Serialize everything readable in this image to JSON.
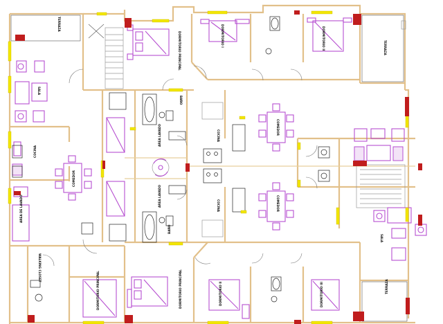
{
  "labels": {
    "terraza_nw": "TERRAZA",
    "terraza_ne": "TERRAZA",
    "terraza_se": "TERRAZA",
    "dorm_principal_top": "DORMITORIO PRINCIPAL",
    "dorm_i_top": "DORMITORIO I",
    "dorm_ii_top": "DORMITORIO II",
    "sala_w": "SALA",
    "sala_e": "SALA",
    "cocina_w": "COCINA",
    "comedor_w": "COMEDOR",
    "comedor_top": "COMEDOR",
    "comedor_bottom": "COMEDOR",
    "cocina_top": "COCINA",
    "cocina_bottom": "COCINA",
    "area_lavado_top": "AREA LAVADO",
    "area_lavado_bottom": "AREA LAVADO",
    "area_lavado_w": "AREA DE LAVADO",
    "walking_closet": "WALKING CLOSET",
    "bano_top": "BAÑO",
    "bano_bottom": "BAÑO",
    "dorm_principal_bl": "DORMITORIO PRINCIPAL",
    "dorm_principal_bc": "DORMITORIO PRINCIPAL",
    "dorm_ii_bottom": "DORMITORIO II",
    "dorm_iii_bottom": "DORMITORIO III"
  }
}
